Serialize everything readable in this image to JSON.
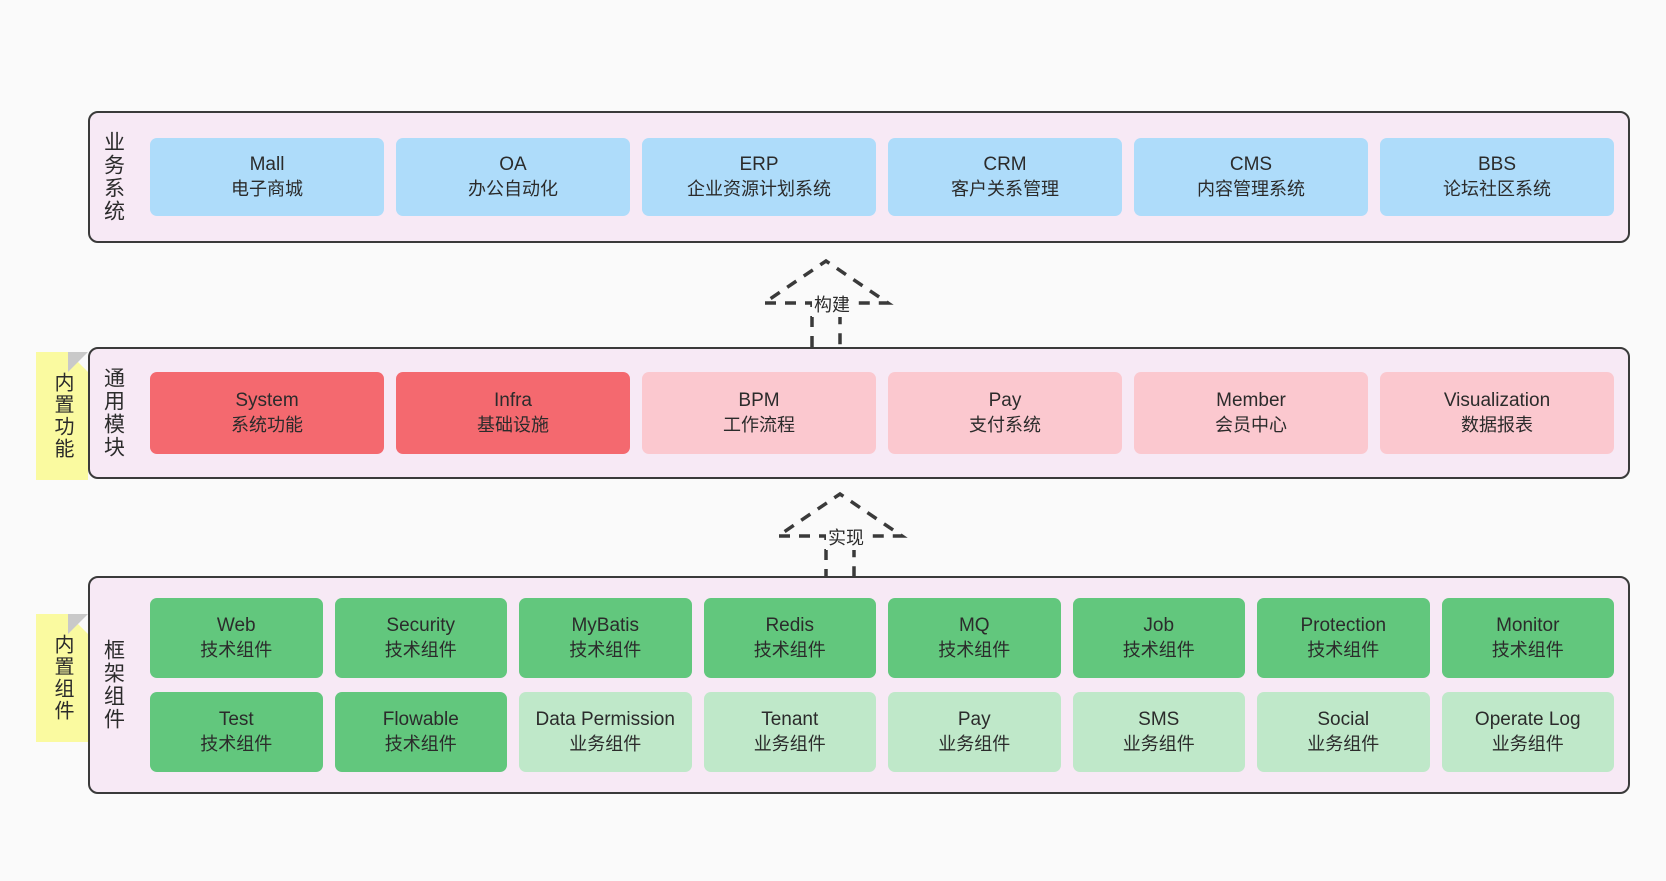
{
  "diagram": {
    "background_color": "#FAFAFA",
    "panel_color": "#F7E9F5",
    "note_color": "#FAFAA0"
  },
  "layers": [
    {
      "id": "business-system",
      "title": "业务系统",
      "cards": [
        {
          "name": "Mall",
          "desc": "电子商城",
          "color": "#AEDCFA"
        },
        {
          "name": "OA",
          "desc": "办公自动化",
          "color": "#AEDCFA"
        },
        {
          "name": "ERP",
          "desc": "企业资源计划系统",
          "color": "#AEDCFA"
        },
        {
          "name": "CRM",
          "desc": "客户关系管理",
          "color": "#AEDCFA"
        },
        {
          "name": "CMS",
          "desc": "内容管理系统",
          "color": "#AEDCFA"
        },
        {
          "name": "BBS",
          "desc": "论坛社区系统",
          "color": "#AEDCFA"
        }
      ]
    },
    {
      "id": "common-modules",
      "title": "通用模块",
      "note": "内置功能",
      "cards": [
        {
          "name": "System",
          "desc": "系统功能",
          "color": "#F4696F"
        },
        {
          "name": "Infra",
          "desc": "基础设施",
          "color": "#F4696F"
        },
        {
          "name": "BPM",
          "desc": "工作流程",
          "color": "#FBC8CF"
        },
        {
          "name": "Pay",
          "desc": "支付系统",
          "color": "#FBC8CF"
        },
        {
          "name": "Member",
          "desc": "会员中心",
          "color": "#FBC8CF"
        },
        {
          "name": "Visualization",
          "desc": "数据报表",
          "color": "#FBC8CF"
        }
      ]
    },
    {
      "id": "framework-components",
      "title": "框架组件",
      "note": "内置组件",
      "rows": [
        [
          {
            "name": "Web",
            "desc": "技术组件",
            "color": "#62C77D"
          },
          {
            "name": "Security",
            "desc": "技术组件",
            "color": "#62C77D"
          },
          {
            "name": "MyBatis",
            "desc": "技术组件",
            "color": "#62C77D"
          },
          {
            "name": "Redis",
            "desc": "技术组件",
            "color": "#62C77D"
          },
          {
            "name": "MQ",
            "desc": "技术组件",
            "color": "#62C77D"
          },
          {
            "name": "Job",
            "desc": "技术组件",
            "color": "#62C77D"
          },
          {
            "name": "Protection",
            "desc": "技术组件",
            "color": "#62C77D"
          },
          {
            "name": "Monitor",
            "desc": "技术组件",
            "color": "#62C77D"
          }
        ],
        [
          {
            "name": "Test",
            "desc": "技术组件",
            "color": "#62C77D"
          },
          {
            "name": "Flowable",
            "desc": "技术组件",
            "color": "#62C77D"
          },
          {
            "name": "Data Permission",
            "desc": "业务组件",
            "color": "#BFE8C9"
          },
          {
            "name": "Tenant",
            "desc": "业务组件",
            "color": "#BFE8C9"
          },
          {
            "name": "Pay",
            "desc": "业务组件",
            "color": "#BFE8C9"
          },
          {
            "name": "SMS",
            "desc": "业务组件",
            "color": "#BFE8C9"
          },
          {
            "name": "Social",
            "desc": "业务组件",
            "color": "#BFE8C9"
          },
          {
            "name": "Operate Log",
            "desc": "业务组件",
            "color": "#BFE8C9"
          }
        ]
      ]
    }
  ],
  "connectors": [
    {
      "id": "build",
      "label": "构建",
      "style": "dashed-hollow-arrow-up"
    },
    {
      "id": "implement",
      "label": "实现",
      "style": "dashed-hollow-arrow-up"
    }
  ]
}
